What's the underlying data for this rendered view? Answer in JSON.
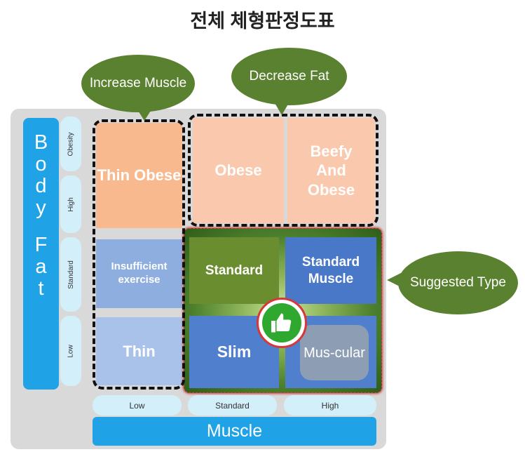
{
  "title": "전체 체형판정도표",
  "body_fat": {
    "axis_letters": [
      "B",
      "o",
      "d",
      "y",
      "",
      "F",
      "a",
      "t"
    ],
    "levels": [
      "Obesity",
      "High",
      "Standard",
      "Low"
    ]
  },
  "muscle": {
    "axis_label": "Muscle",
    "levels": [
      "Low",
      "Standard",
      "High"
    ]
  },
  "cells": {
    "thin_obese": "Thin Obese",
    "obese": "Obese",
    "beefy_obese": "Beefy And Obese",
    "insufficient_exercise": "Insufficient exercise",
    "standard": "Standard",
    "standard_muscle": "Standard Muscle",
    "thin": "Thin",
    "slim": "Slim",
    "muscular": "Mus-cular"
  },
  "callouts": {
    "increase_muscle": "Increase Muscle",
    "decrease_fat": "Decrease Fat",
    "suggested_type": "Suggested Type"
  },
  "colors": {
    "axis_blue": "#1fa3e6",
    "callout_green": "#59812f",
    "fat_zone": "#f8b98e",
    "lean_zone": "#8eaee0",
    "suggested_zone": "#4b7f2c"
  },
  "icons": [
    "thumbs-up-icon"
  ]
}
